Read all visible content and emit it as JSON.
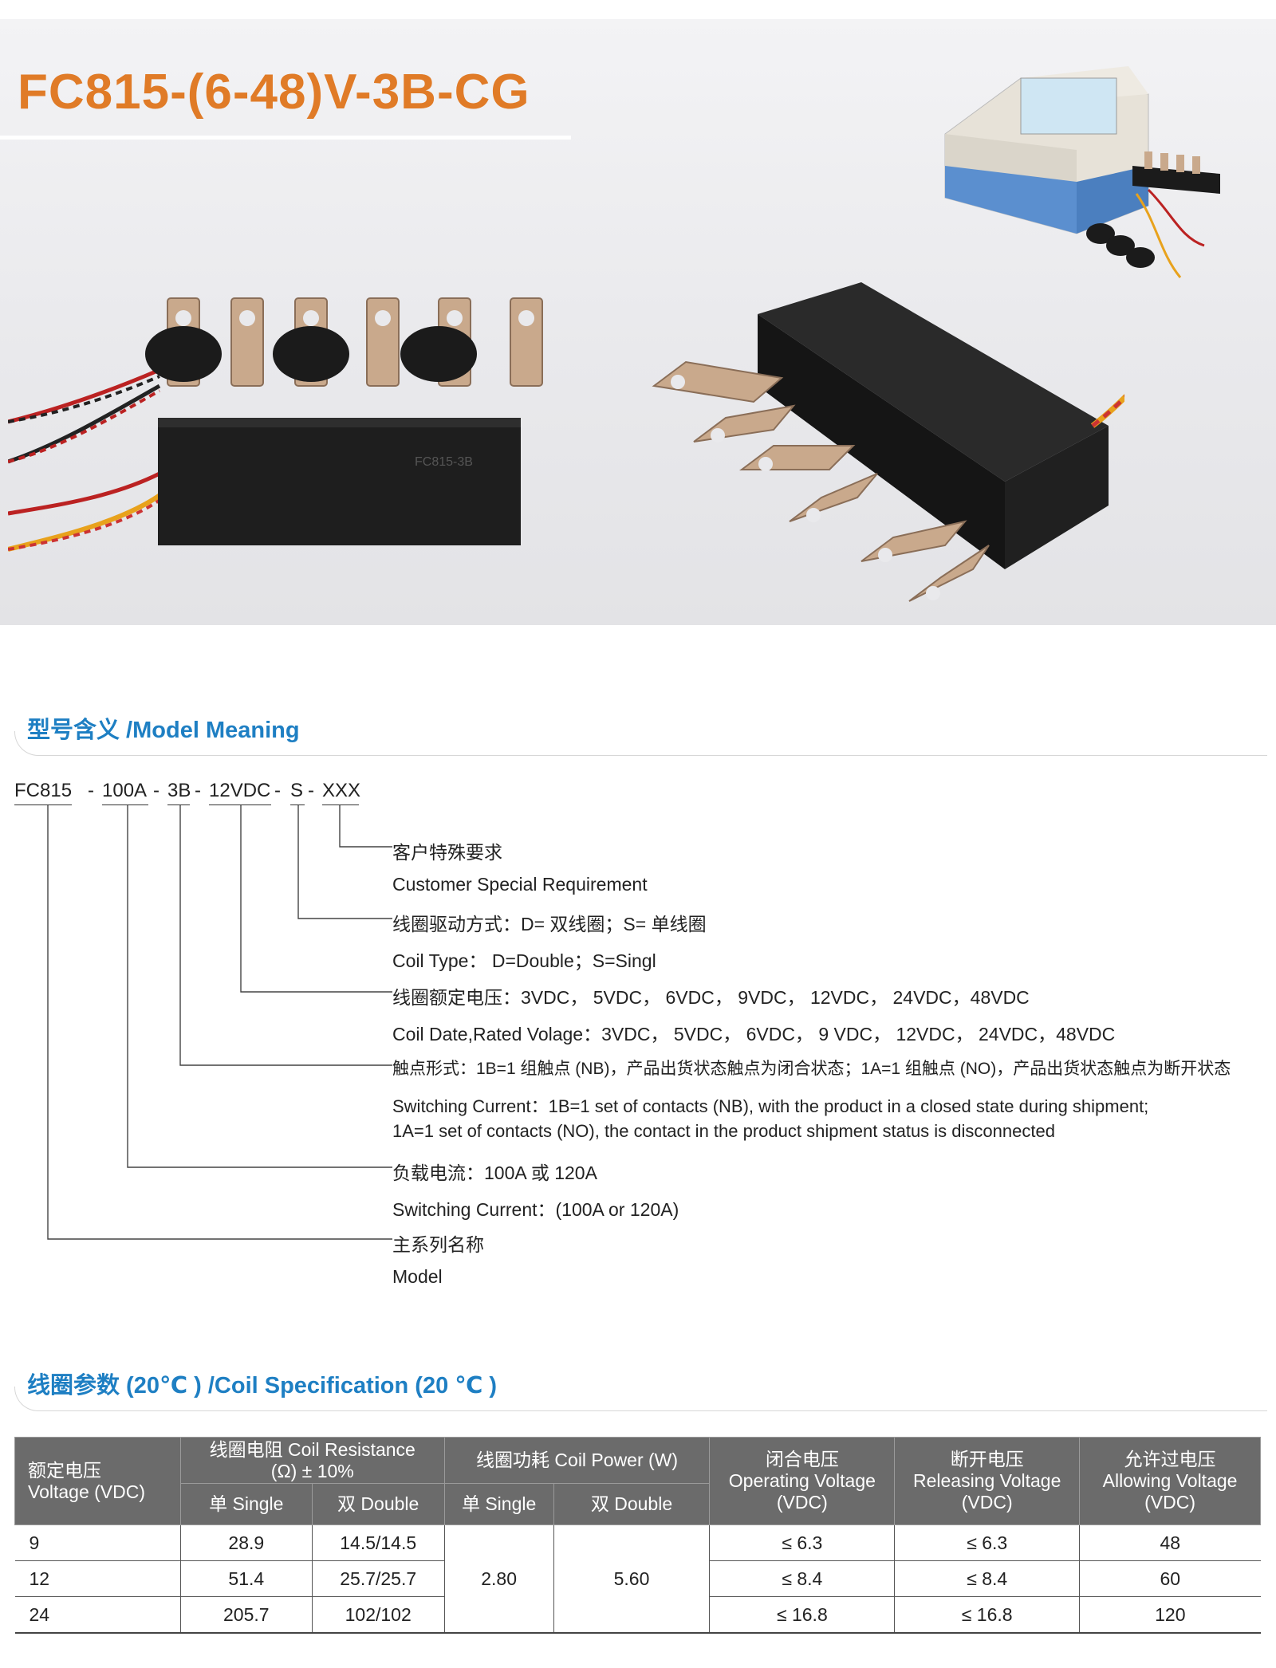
{
  "hero": {
    "title": "FC815-(6-48)V-3B-CG"
  },
  "model_section": {
    "heading": "型号含义 /Model Meaning",
    "code_segments": [
      "FC815",
      "-",
      "100A",
      "-",
      "3B",
      "-",
      "12VDC",
      "-",
      "S",
      "-",
      "XXX"
    ],
    "descriptions": [
      "客户特殊要求",
      "Customer Special Requirement",
      "线圈驱动方式：D= 双线圈；S= 单线圈",
      "Coil Type： D=Double；S=Singl",
      "线圈额定电压：3VDC， 5VDC， 6VDC， 9VDC， 12VDC， 24VDC，48VDC",
      "Coil Date,Rated Volage：3VDC， 5VDC， 6VDC， 9 VDC， 12VDC， 24VDC，48VDC",
      "触点形式：1B=1 组触点 (NB)，产品出货状态触点为闭合状态；1A=1 组触点 (NO)，产品出货状态触点为断开状态",
      "Switching Current：1B=1 set of contacts (NB), with the product in a closed state during shipment;",
      "1A=1 set of contacts (NO), the contact in the product shipment status is disconnected",
      "负载电流：100A 或 120A",
      "Switching Current：(100A or 120A)",
      "主系列名称",
      "Model"
    ]
  },
  "coil_section": {
    "heading": "线圈参数 (20℃ ) /Coil Specification (20 ℃ )",
    "headers": {
      "rated_voltage": [
        "额定电压",
        "Voltage (VDC)"
      ],
      "resistance": [
        "线圈电阻 Coil Resistance",
        "(Ω) ± 10%"
      ],
      "power": "线圈功耗 Coil Power (W)",
      "operating": [
        "闭合电压",
        "Operating Voltage",
        "(VDC)"
      ],
      "releasing": [
        "断开电压",
        "Releasing Voltage",
        "(VDC)"
      ],
      "allowing": [
        "允许过电压",
        "Allowing Voltage",
        "(VDC)"
      ],
      "single": "单 Single",
      "double": "双 Double"
    },
    "rows": [
      {
        "voltage": "9",
        "res_single": "28.9",
        "res_double": "14.5/14.5",
        "operating": "≤ 6.3",
        "releasing": "≤ 6.3",
        "allowing": "48"
      },
      {
        "voltage": "12",
        "res_single": "51.4",
        "res_double": "25.7/25.7",
        "operating": "≤ 8.4",
        "releasing": "≤ 8.4",
        "allowing": "60"
      },
      {
        "voltage": "24",
        "res_single": "205.7",
        "res_double": "102/102",
        "operating": "≤ 16.8",
        "releasing": "≤ 16.8",
        "allowing": "120"
      }
    ],
    "power_single": "2.80",
    "power_double": "5.60"
  }
}
